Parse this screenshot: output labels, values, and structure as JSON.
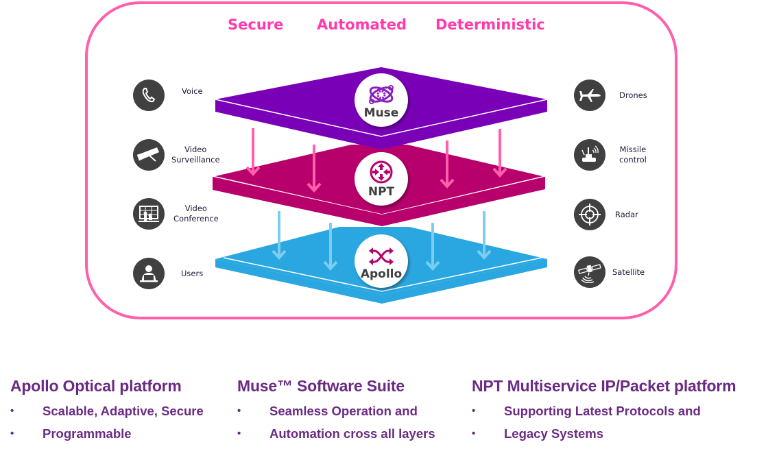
{
  "pillars": [
    "Secure",
    "Automated",
    "Deterministic"
  ],
  "layers": {
    "muse": {
      "label": "Muse",
      "color": "#7a00b8",
      "icon": "atom-gear-icon"
    },
    "npt": {
      "label": "NPT",
      "color": "#b8006c",
      "icon": "router-arrows-icon"
    },
    "apollo": {
      "label": "Apollo",
      "color": "#2aa7e0",
      "icon": "optical-switch-icon"
    }
  },
  "colors": {
    "frame": "#ff5fac",
    "pillar_text": "#ff3aad",
    "heading": "#6b2a83",
    "icon_bg": "#404040",
    "arrow_pink": "#ff5fac",
    "arrow_blue": "#7ccdf0"
  },
  "left_apps": [
    {
      "label": "Voice",
      "icon": "phone-icon"
    },
    {
      "label": "Video\nSurveillance",
      "icon": "cctv-camera-icon"
    },
    {
      "label": "Video\nConference",
      "icon": "conference-icon"
    },
    {
      "label": "Users",
      "icon": "user-laptop-icon"
    }
  ],
  "right_apps": [
    {
      "label": "Drones",
      "icon": "drone-icon"
    },
    {
      "label": "Missile\ncontrol",
      "icon": "missile-launcher-icon"
    },
    {
      "label": "Radar",
      "icon": "radar-crosshair-icon"
    },
    {
      "label": "Satellite",
      "icon": "satellite-icon"
    }
  ],
  "sections": [
    {
      "title": "Apollo Optical platform",
      "bullets": [
        "Scalable, Adaptive, Secure",
        "Programmable"
      ]
    },
    {
      "title": "Muse™ Software Suite",
      "bullets": [
        "Seamless Operation and",
        "Automation cross all layers"
      ]
    },
    {
      "title": "NPT Multiservice IP/Packet platform",
      "bullets": [
        "Supporting Latest Protocols and",
        "Legacy Systems"
      ]
    }
  ],
  "bullet_char": "•"
}
